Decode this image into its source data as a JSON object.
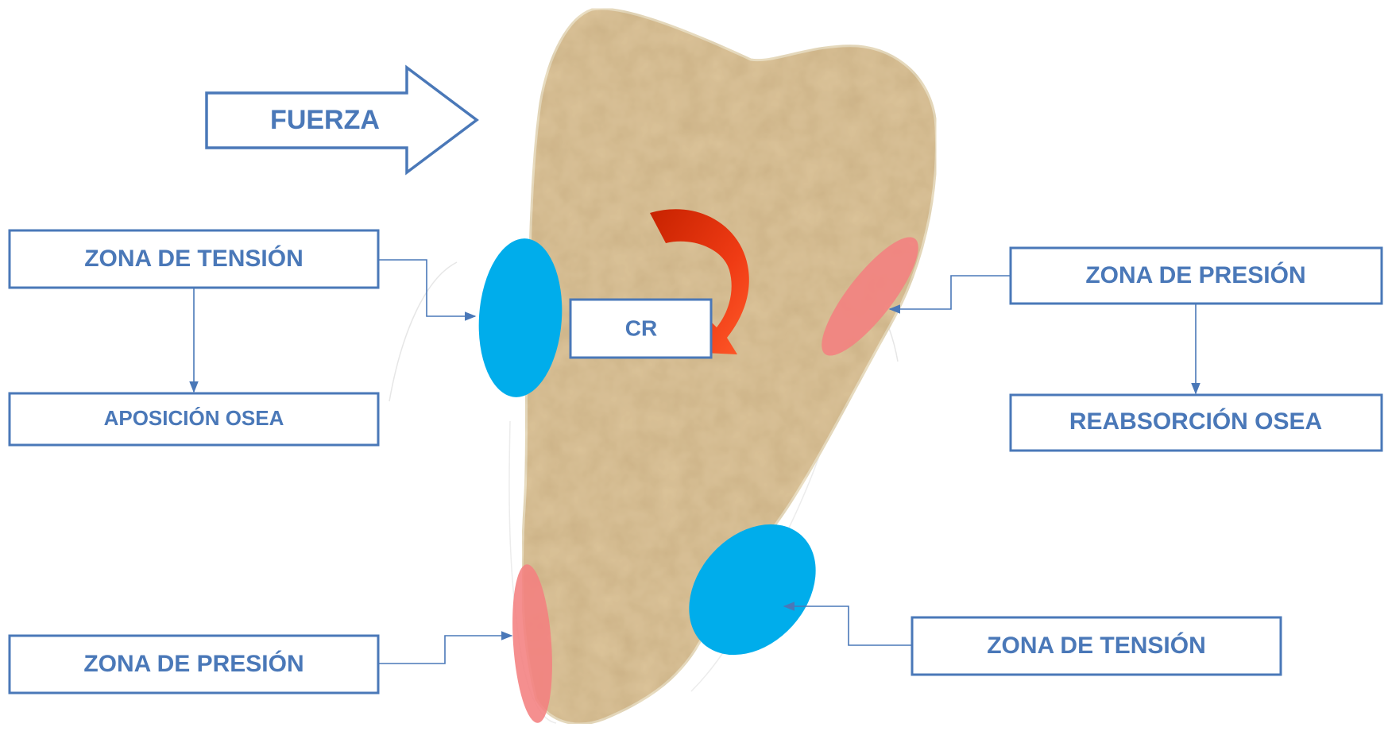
{
  "colors": {
    "label_text": "#4a78b8",
    "box_border": "#4a78b8",
    "tooth_fill": "#dcc49a",
    "tension_zone": "#00adeb",
    "pressure_zone": "#f47f7f",
    "rotation_arrow": "#e8340e"
  },
  "labels": {
    "force": "FUERZA",
    "center_of_resistance": "CR",
    "tension_zone_upper_left": "ZONA DE TENSIÓN",
    "bone_apposition": "APOSICIÓN OSEA",
    "pressure_zone_upper_right": "ZONA DE PRESIÓN",
    "bone_resorption": "REABSORCIÓN OSEA",
    "pressure_zone_lower_left": "ZONA DE PRESIÓN",
    "tension_zone_lower_right": "ZONA DE TENSIÓN"
  },
  "icons": {
    "force_arrow": "right-arrow-outline-icon",
    "rotation_arrow": "curved-rotation-arrow-icon"
  }
}
